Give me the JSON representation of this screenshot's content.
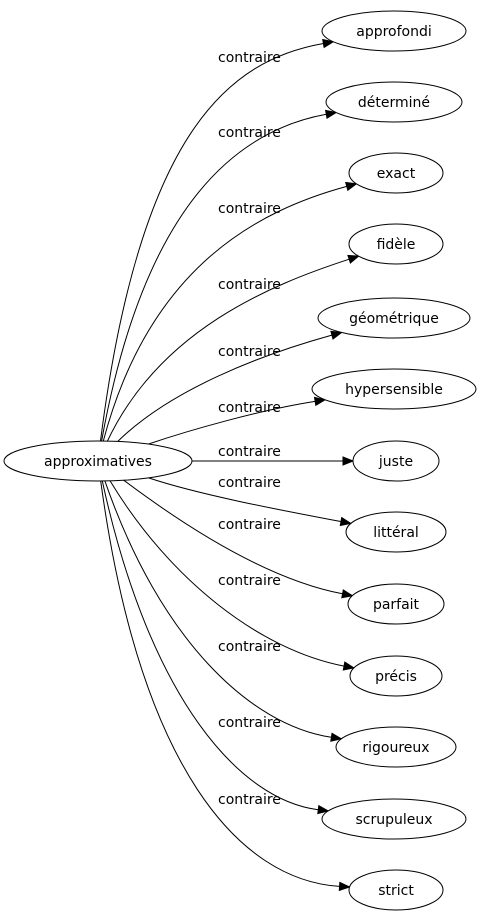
{
  "diagram": {
    "source": {
      "label": "approximatives"
    },
    "edge_label": "contraire",
    "targets": [
      {
        "label": "approfondi"
      },
      {
        "label": "déterminé"
      },
      {
        "label": "exact"
      },
      {
        "label": "fidèle"
      },
      {
        "label": "géométrique"
      },
      {
        "label": "hypersensible"
      },
      {
        "label": "juste"
      },
      {
        "label": "littéral"
      },
      {
        "label": "parfait"
      },
      {
        "label": "précis"
      },
      {
        "label": "rigoureux"
      },
      {
        "label": "scrupuleux"
      },
      {
        "label": "strict"
      }
    ]
  }
}
